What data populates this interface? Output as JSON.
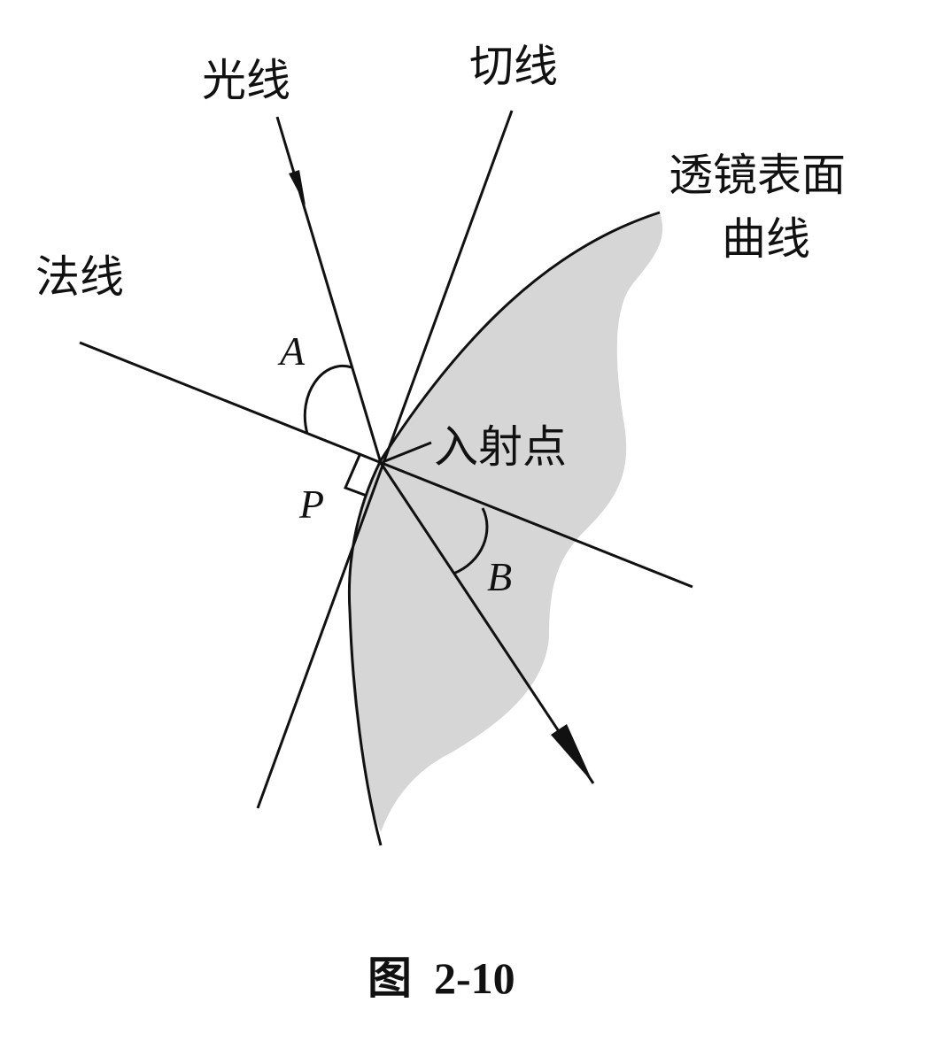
{
  "labels": {
    "light_ray": "光线",
    "tangent": "切线",
    "lens_surface_line1": "透镜表面",
    "lens_surface_line2": "曲线",
    "normal": "法线",
    "angle_a": "A",
    "angle_b": "B",
    "point_p": "P",
    "incidence_point": "入射点"
  },
  "caption": {
    "prefix": "图",
    "number": "2-10"
  },
  "colors": {
    "ink": "#111111",
    "lens_fill": "#d6d6d6"
  }
}
